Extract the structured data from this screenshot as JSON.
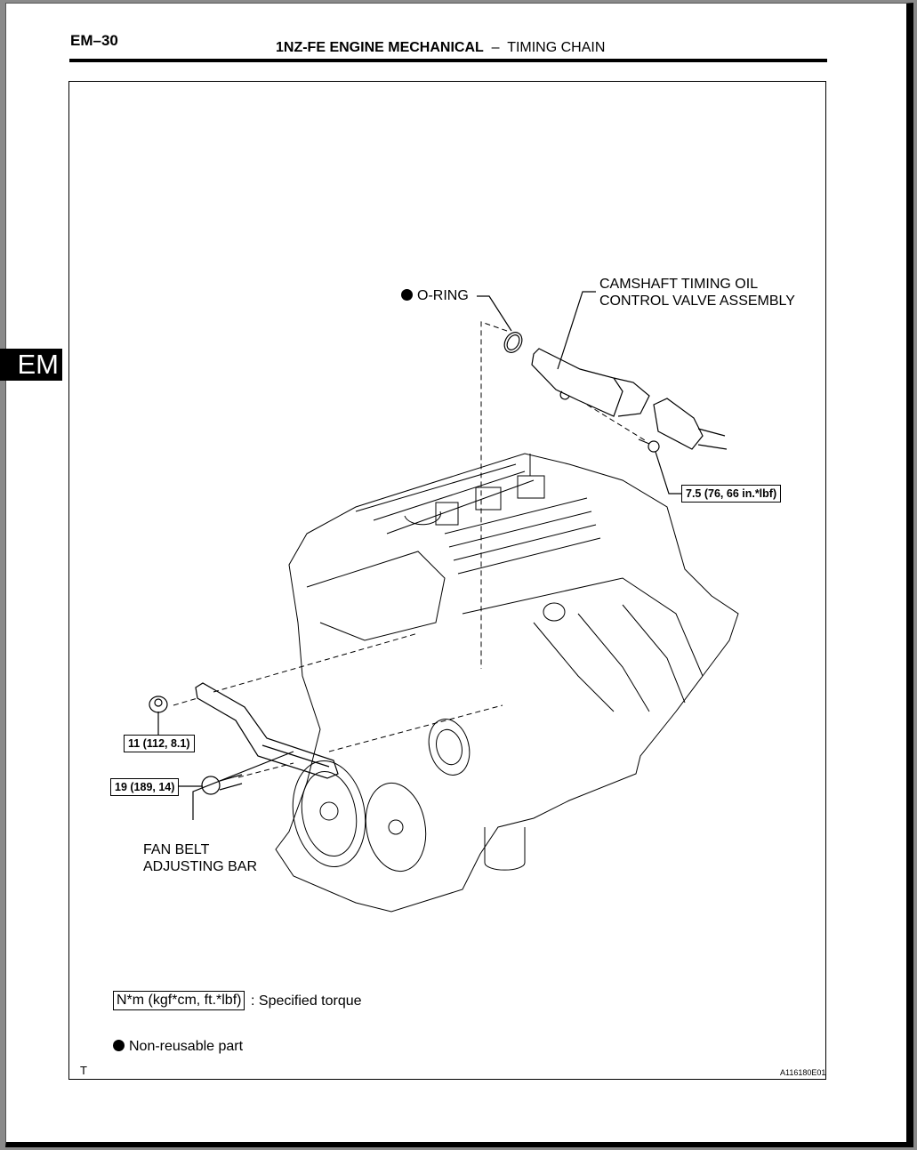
{
  "header": {
    "page_number": "EM–30",
    "title_bold": "1NZ-FE ENGINE MECHANICAL",
    "title_sep": "–",
    "title_section": "TIMING CHAIN"
  },
  "side_tab": {
    "label": "EM"
  },
  "figure": {
    "callouts": {
      "o_ring": "O-RING",
      "camshaft_line1": "CAMSHAFT TIMING OIL",
      "camshaft_line2": "CONTROL VALVE ASSEMBLY",
      "fan_belt_line1": "FAN BELT",
      "fan_belt_line2": "ADJUSTING BAR"
    },
    "torques": {
      "valve_bolt": "7.5 (76, 66 in.*lbf)",
      "nut": "11 (112, 8.1)",
      "bolt": "19 (189, 14)"
    },
    "legend": {
      "torque_box": "N*m (kgf*cm, ft.*lbf)",
      "torque_desc": ": Specified torque",
      "non_reusable": "Non-reusable part"
    },
    "footer_left": "T",
    "figure_id": "A116180E01"
  }
}
